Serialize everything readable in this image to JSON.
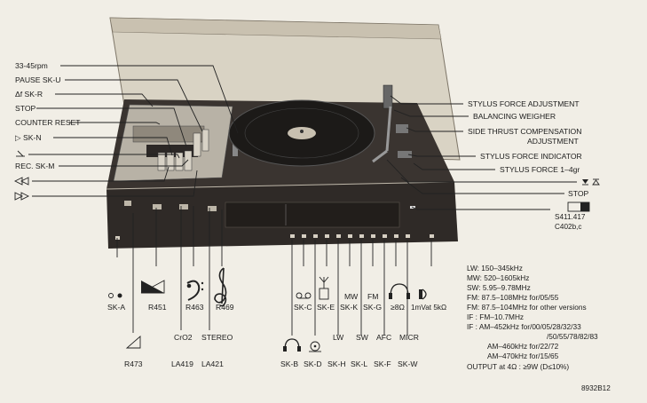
{
  "callouts_left": [
    "33-45rpm",
    "PAUSE SK-U",
    "Δf SK-R",
    "STOP",
    "COUNTER RESET",
    "▷ SK-N",
    "",
    "REC. SK-M",
    "",
    ""
  ],
  "callouts_right": [
    "STYLUS FORCE ADJUSTMENT",
    "BALANCING WEIGHER",
    "SIDE THRUST COMPENSATION",
    "ADJUSTMENT",
    "STYLUS FORCE INDICATOR",
    "STYLUS FORCE 1–4gr",
    "",
    "STOP",
    "S411.417",
    "C402b,c"
  ],
  "bottom_labels": {
    "ska": "SK-A",
    "r451": "R451",
    "r463": "R463",
    "r469": "R469",
    "r473": "R473",
    "cro2": "CrO2",
    "stereo": "STEREO",
    "la419": "LA419",
    "la421": "LA421",
    "skc": "SK-C",
    "ske": "SK-E",
    "mw": "MW",
    "skk": "SK-K",
    "fm": "FM",
    "skg": "SK-G",
    "ohm8": "≥8Ω",
    "mv": "1mVat 5kΩ",
    "lw": "LW",
    "sw": "SW",
    "afc": "AFC",
    "micr": "MICR",
    "skb": "SK-B",
    "skd": "SK-D",
    "skh": "SK-H",
    "skl": "SK-L",
    "skf": "SK-F",
    "skw": "SK-W"
  },
  "specs": [
    "LW: 150–345kHz",
    "MW: 520–1605kHz",
    "SW: 5.95–9.78MHz",
    "FM: 87.5–108MHz   for/05/55",
    "FM: 87.5–104MHz   for other versions",
    "IF  : FM–10.7MHz",
    "IF  : AM–452kHz  for/00/05/28/32/33",
    "/50/55/78/82/83",
    "AM–460kHz   for/22/72",
    "AM–470kHz   for/15/65",
    "OUTPUT at 4Ω :  ≥9W (D≤10%)"
  ],
  "figure_id": "8932B12",
  "icons": [
    "play-icon",
    "pause-icon",
    "rewind-icon",
    "fast-forward-icon",
    "record-icon",
    "cassette-icon",
    "antenna-icon",
    "headphones-icon",
    "microphone-icon",
    "bass-clef-icon",
    "treble-clef-icon",
    "volume-wedge-icon",
    "balance-wedge-icon"
  ]
}
